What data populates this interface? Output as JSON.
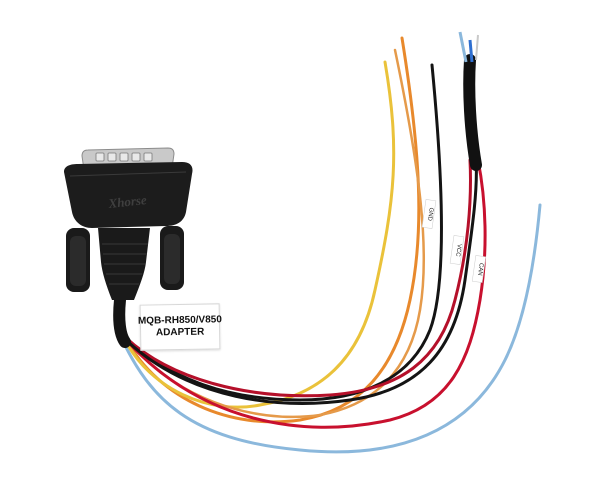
{
  "product": {
    "brand_logo": "Xhorse",
    "adapter_label_line1": "MQB-RH850/V850",
    "adapter_label_line2": "ADAPTER",
    "wire_tag_gnd": "GND",
    "wire_tag_vcc": "VCC",
    "wire_tag_can": "CAN"
  },
  "colors": {
    "connector_body": "#1c1c1c",
    "connector_metal": "#c9c9c9",
    "wire_black": "#141414",
    "wire_red": "#c8102e",
    "wire_orange": "#e8892c",
    "wire_yellow": "#eac23a",
    "wire_blue_light": "#8bb8dc",
    "wire_blue": "#2f6fd0",
    "background": "#ffffff"
  }
}
